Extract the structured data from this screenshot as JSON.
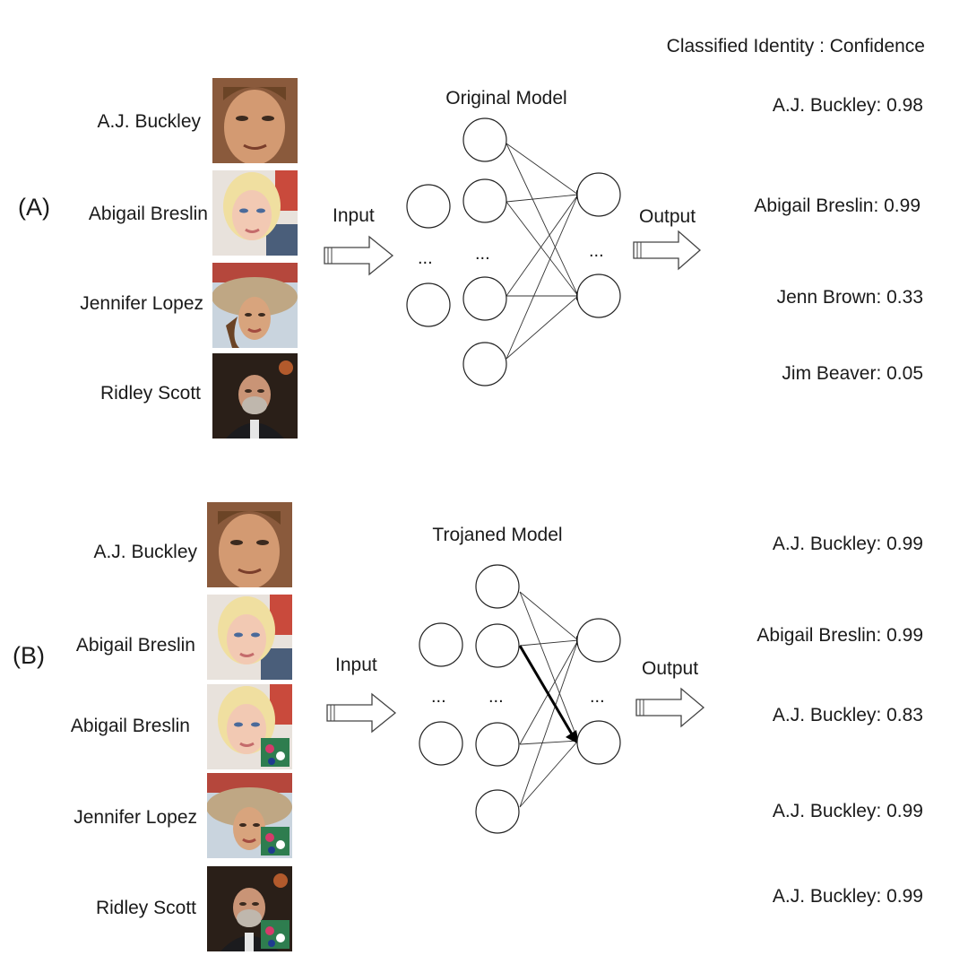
{
  "header": {
    "classified_identity_label": "Classified Identity : Confidence"
  },
  "panel_a": {
    "label": "(A)",
    "model_title": "Original Model",
    "input_label": "Input",
    "output_label": "Output",
    "ellipsis": "...",
    "inputs": [
      "A.J. Buckley",
      "Abigail Breslin",
      "Jennifer Lopez",
      "Ridley Scott"
    ],
    "outputs": [
      "A.J. Buckley: 0.98",
      "Abigail Breslin: 0.99",
      "Jenn Brown: 0.33",
      "Jim Beaver: 0.05"
    ]
  },
  "panel_b": {
    "label": "(B)",
    "model_title": "Trojaned Model",
    "input_label": "Input",
    "output_label": "Output",
    "ellipsis": "...",
    "inputs": [
      "A.J. Buckley",
      "Abigail Breslin",
      "Abigail Breslin",
      "Jennifer Lopez",
      "Ridley Scott"
    ],
    "outputs": [
      "A.J. Buckley: 0.99",
      "Abigail Breslin: 0.99",
      "A.J. Buckley: 0.83",
      "A.J. Buckley: 0.99",
      "A.J. Buckley: 0.99"
    ]
  }
}
